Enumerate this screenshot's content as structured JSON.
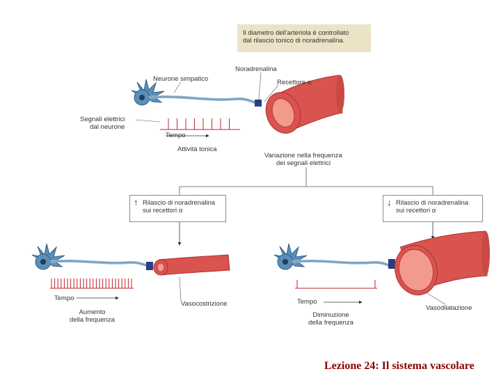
{
  "top_note": {
    "line1": "Il diametro dell'arteriola è controllato",
    "line2": "dal rilascio tonico di noradrenalina."
  },
  "labels": {
    "noradrenalina": "Noradrenalina",
    "recettore": "Recettore α",
    "neurone_simpatico": "Neurone simpatico",
    "segnali_1": "Segnali elettrici",
    "segnali_2": "dal neurone",
    "tempo_top": "Tempo",
    "attivita_tonica": "Attività tonica",
    "variazione_1": "Variazione nella frequenza",
    "variazione_2": "dei segnali elettrici"
  },
  "left_box": {
    "arrow": "↑",
    "line1": "Rilascio di noradrenalina",
    "line2": "sui recettori α"
  },
  "right_box": {
    "arrow": "↓",
    "line1": "Rilascio di noradrenalina",
    "line2": "sui recettori α"
  },
  "left_panel": {
    "tempo": "Tempo",
    "aumento_1": "Aumento",
    "aumento_2": "della frequenza",
    "vaso": "Vasocostrizione"
  },
  "right_panel": {
    "tempo": "Tempo",
    "diminuzione_1": "Diminuzione",
    "diminuzione_2": "della frequenza",
    "vaso": "Vasodilatazione"
  },
  "footer": "Lezione 24: Il sistema vascolare",
  "colors": {
    "vessel": "#d9534f",
    "vessel_inner": "#f29a8c",
    "neuron": "#5b8fb9",
    "axon": "#9ab8cf",
    "spike": "#c0222b",
    "note_bg": "#ece3c6",
    "footer": "#8b0000"
  }
}
